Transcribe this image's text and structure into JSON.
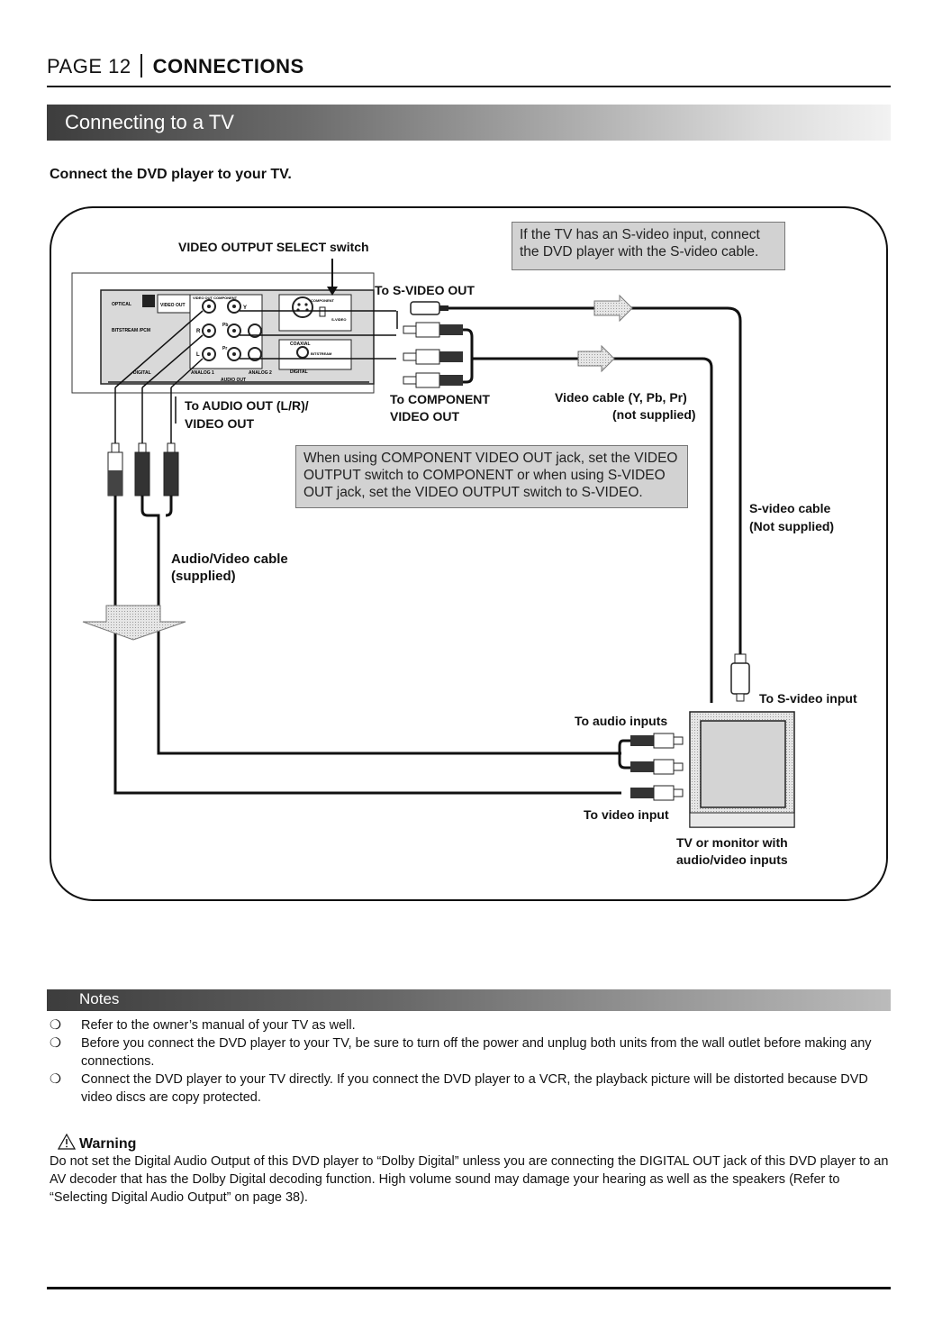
{
  "header": {
    "page": "PAGE 12",
    "section": "CONNECTIONS"
  },
  "section_title": "Connecting to a TV",
  "intro": "Connect the DVD player to your TV.",
  "diagram": {
    "video_output_select": "VIDEO OUTPUT SELECT switch",
    "to_svideo_out": "To S-VIDEO OUT",
    "to_audio_out_1": "To AUDIO OUT (L/R)/",
    "to_audio_out_2": "VIDEO OUT",
    "to_component_1": "To COMPONENT",
    "to_component_2": "VIDEO OUT",
    "video_cable_1": "Video cable (Y, Pb, Pr)",
    "video_cable_2": "(not supplied)",
    "svideo_cable_1": "S-video cable",
    "svideo_cable_2": "(Not supplied)",
    "av_cable_1": "Audio/Video cable",
    "av_cable_2": "(supplied)",
    "to_svideo_input": "To S-video input",
    "to_audio_inputs": "To audio inputs",
    "to_video_input": "To video input",
    "tv_label_1": "TV or monitor with",
    "tv_label_2": "audio/video inputs",
    "callout_svideo": "If the TV has an S-video input, connect the DVD player with the S-video cable.",
    "callout_component": "When using COMPONENT VIDEO OUT jack, set the VIDEO OUTPUT switch to COMPONENT or when using S-VIDEO OUT jack, set the VIDEO OUTPUT switch to S-VIDEO.",
    "panel": {
      "optical": "OPTICAL",
      "video_out": "VIDEO OUT",
      "video_out_component": "VIDEO OUT COMPONENT",
      "bitstream_pcm": "BITSTREAM /PCM",
      "digital": "DIGITAL",
      "r": "R",
      "l": "L",
      "analog1": "ANALOG 1",
      "analog2": "ANALOG 2",
      "audio_out": "AUDIO OUT",
      "pr": "Pr",
      "pb": "Pb",
      "y": "Y",
      "component": "COMPONENT",
      "svideo": "S-VIDEO",
      "coaxial": "COAXIAL",
      "bitstream": "BITSTREAM",
      "digital2": "DIGITAL"
    }
  },
  "notes_title": "Notes",
  "notes": [
    "Refer to the owner’s manual of your TV as well.",
    "Before you connect the DVD player to your TV, be sure to turn off the power and unplug both units from the wall outlet before making any connections.",
    "Connect the DVD player to your TV directly. If you connect the DVD player to a VCR, the playback picture will be distorted because DVD video discs are copy protected."
  ],
  "note_bullet": "❍",
  "warning_title": "Warning",
  "warning_text": "Do not set the Digital Audio Output of this DVD player to “Dolby Digital” unless you are connecting the DIGITAL OUT jack of this DVD player to an AV decoder that has the Dolby Digital decoding function. High volume sound may damage your hearing as well as the speakers (Refer to “Selecting Digital Audio Output” on page 38).",
  "icons": {
    "warning": "warning-triangle-icon"
  }
}
